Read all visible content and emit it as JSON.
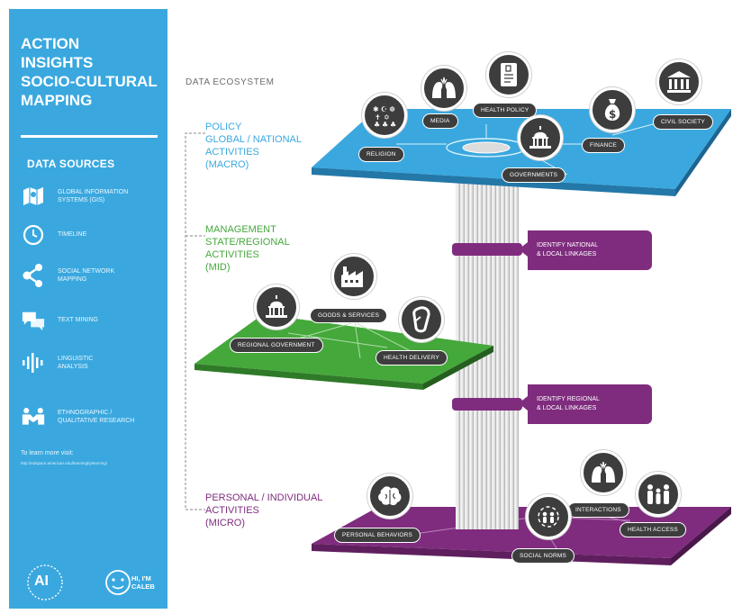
{
  "sidebar": {
    "title": "ACTION\nINSIGHTS\nSOCIO-CULTURAL\nMAPPING",
    "data_sources_heading": "DATA SOURCES",
    "sources": [
      {
        "icon": "map-icon",
        "label": "GLOBAL INFORMATION\nSYSTEMS (GIS)"
      },
      {
        "icon": "clock-icon",
        "label": "TIMELINE"
      },
      {
        "icon": "share-icon",
        "label": "SOCIAL NETWORK\nMAPPING"
      },
      {
        "icon": "chat-icon",
        "label": "TEXT MINING"
      },
      {
        "icon": "soundwave-icon",
        "label": "LINGUISTIC\nANALYSIS"
      },
      {
        "icon": "handshake-icon",
        "label": "ETHNOGRAPHIC /\nQUALITATIVE RESEARCH"
      }
    ],
    "learn_more": "To learn more visit:",
    "learn_url": "http://edspace.american.edu/learningbylearning/",
    "logo_left": "AI",
    "logo_right": "HI, I'M\nCALEB"
  },
  "heading": "DATA ECOSYSTEM",
  "levels": {
    "macro": {
      "text": "POLICY\nGLOBAL / NATIONAL\nACTIVITIES\n(MACRO)",
      "color": "#3aa8df"
    },
    "mid": {
      "text": "MANAGEMENT\nSTATE/REGIONAL\nACTIVITIES\n(MID)",
      "color": "#45a83b"
    },
    "micro": {
      "text": "PERSONAL / INDIVIDUAL\nACTIVITIES\n(MICRO)",
      "color": "#7f2c7e"
    }
  },
  "macro_nodes": {
    "religion": "RELIGION",
    "media": "MEDIA",
    "health_policy": "HEALTH POLICY",
    "finance": "FINANCE",
    "civil_society": "CIVIL SOCIETY",
    "governments": "GOVERNMENTS"
  },
  "mid_nodes": {
    "goods_services": "GOODS & SERVICES",
    "regional_government": "REGIONAL GOVERNMENT",
    "health_delivery": "HEALTH DELIVERY"
  },
  "micro_nodes": {
    "personal_behaviors": "PERSONAL BEHAVIORS",
    "interactions": "INTERACTIONS",
    "health_access": "HEALTH ACCESS",
    "social_norms": "SOCIAL NORMS"
  },
  "linkages": {
    "national": "IDENTIFY NATIONAL\n& LOCAL LINKAGES",
    "regional": "IDENTIFY REGIONAL\n& LOCAL LINKAGES"
  },
  "colors": {
    "blue": "#3aa8df",
    "green": "#45a83b",
    "purple": "#7f2c7e",
    "dark": "#3d3d3d"
  }
}
